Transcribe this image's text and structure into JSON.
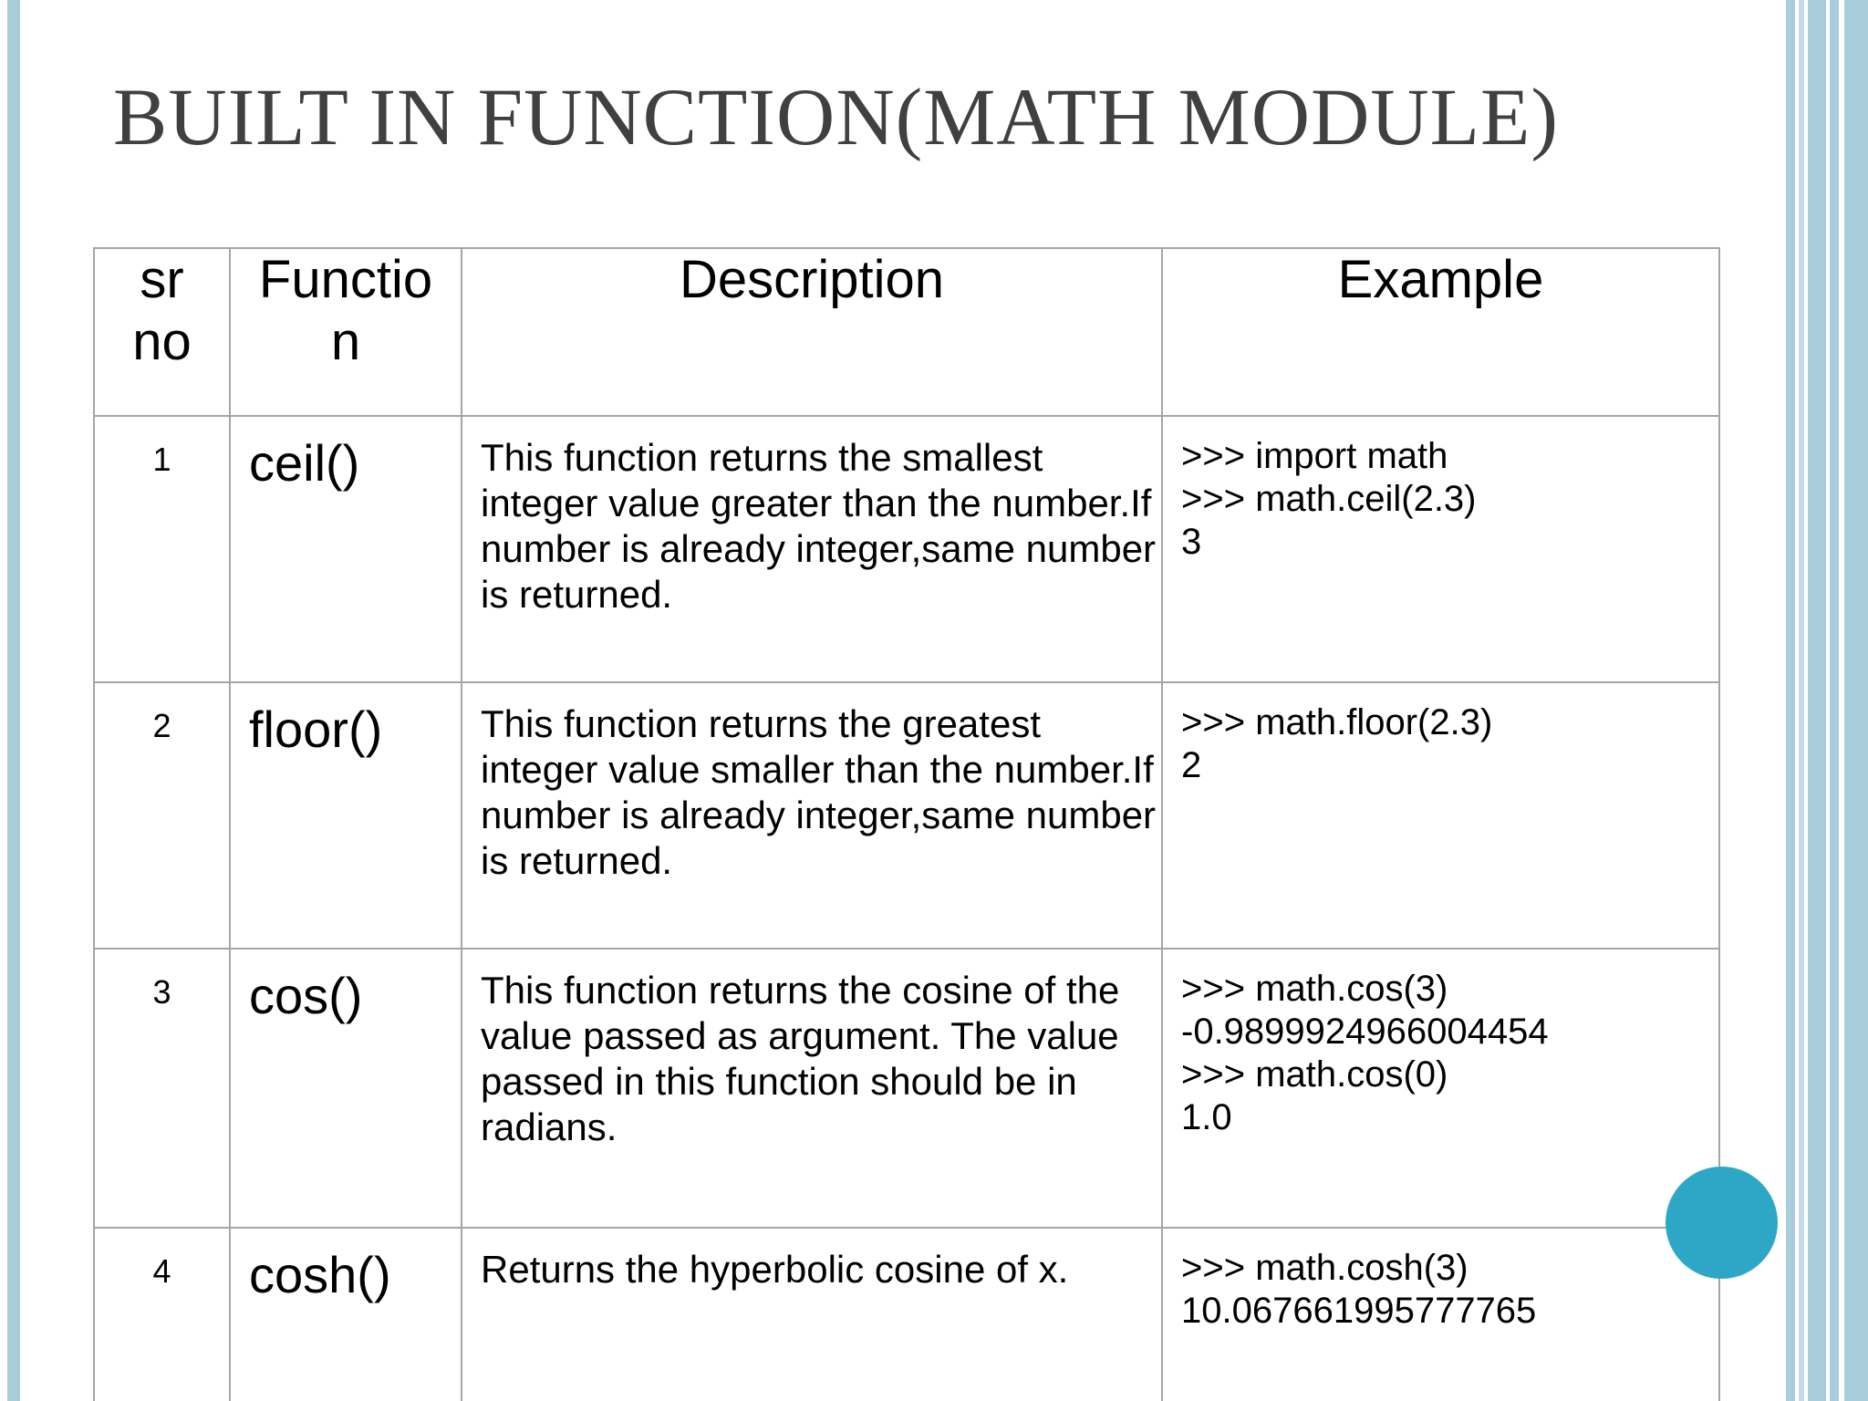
{
  "slide": {
    "title": "BUILT IN FUNCTION(MATH MODULE)",
    "accent_color": "#2ea7c6",
    "bar_color": "#a9cdda"
  },
  "table": {
    "headers": {
      "sr_line1": "sr",
      "sr_line2": "no",
      "function_line1": "Functio",
      "function_line2": "n",
      "description": "Description",
      "example": "Example"
    },
    "rows": [
      {
        "sr": "1",
        "function": "ceil()",
        "description": "This function returns the smallest integer value greater than the number.If number is already integer,same number is returned.",
        "example": [
          ">>> import math",
          ">>> math.ceil(2.3)",
          "3"
        ]
      },
      {
        "sr": "2",
        "function": "floor()",
        "description": "This function returns the greatest integer value smaller than the number.If number is already integer,same number is returned.",
        "example": [
          ">>> math.floor(2.3)",
          "2"
        ]
      },
      {
        "sr": "3",
        "function": "cos()",
        "description": "This function returns the cosine of the value passed as argument. The value passed in this function should be in radians.",
        "example": [
          ">>> math.cos(3)",
          "-0.9899924966004454",
          ">>> math.cos(0)",
          "1.0"
        ]
      },
      {
        "sr": "4",
        "function": "cosh()",
        "description": "Returns the hyperbolic cosine of x.",
        "example": [
          ">>> math.cosh(3)",
          "10.067661995777765"
        ]
      }
    ]
  }
}
